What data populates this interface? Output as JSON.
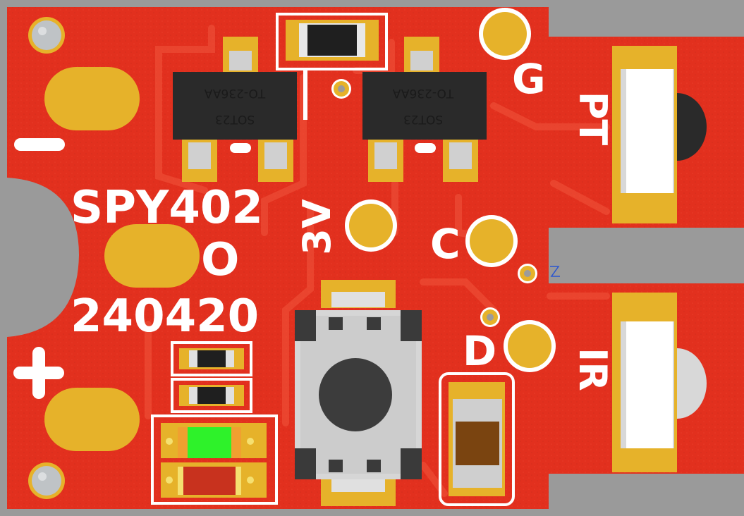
{
  "board": {
    "name_label": "SPY402",
    "date_label": "240420",
    "zero_label": "O",
    "minus_label": "−",
    "plus_label": "+"
  },
  "pads": {
    "g_label": "G",
    "c_label": "C",
    "d_label": "D",
    "v3_label": "3V",
    "pt_label": "PT",
    "ir_label": "IR"
  },
  "components": {
    "q1_package": "SOT23",
    "q1_footprint": "TO-236AA",
    "q2_package": "SOT23",
    "q2_footprint": "TO-236AA"
  },
  "colors": {
    "board_red": "#e2301e",
    "copper_gold": "#e6b22a",
    "silkscreen": "#ffffff",
    "led_green": "#2ef22a",
    "led_red": "#c8321e",
    "capacitor_brown": "#7a4410",
    "background_gray": "#9a9a9a"
  }
}
